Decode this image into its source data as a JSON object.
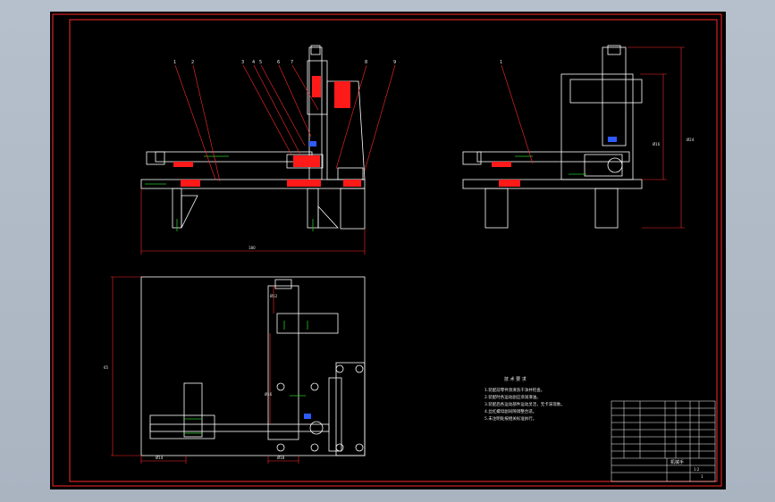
{
  "colors": {
    "canvas": "#000000",
    "frame": "#ff2a2a",
    "linework": "#ffffff",
    "leaders": "#ff2a2a",
    "dimensions": "#ff2a2a",
    "hatch_red": "#ff1a1a",
    "blue_detail": "#2d5bff",
    "green_detail": "#27c427",
    "window_bg": "#b0bac6"
  },
  "views": {
    "front": {
      "balloons": [
        "1",
        "2",
        "3",
        "4",
        "5",
        "6",
        "7",
        "8",
        "9"
      ]
    },
    "side": {
      "balloons": [
        "1"
      ]
    }
  },
  "dims": {
    "front_width": "180",
    "side_height": "Ø16",
    "side_height2": "Ø24",
    "plan_height": "65",
    "plan_bottom_left": "Ø14",
    "plan_bottom_right": "Ø18",
    "plan_mid": "Ø16",
    "plan_top": "Ø12"
  },
  "notes": {
    "title": "技 术 要 求",
    "items": [
      "1.装配前零件须清洗干净并检查。",
      "2.装配时各运动副应涂润滑油。",
      "3.装配后各运动部件运动灵活，无卡滞现象。",
      "4.丝杠螺母副间隙调整合适。",
      "5.未注明处按相关标准执行。"
    ]
  },
  "title_block": {
    "drawing_name": "机械手",
    "scale": "1:2",
    "sheet": "1"
  }
}
